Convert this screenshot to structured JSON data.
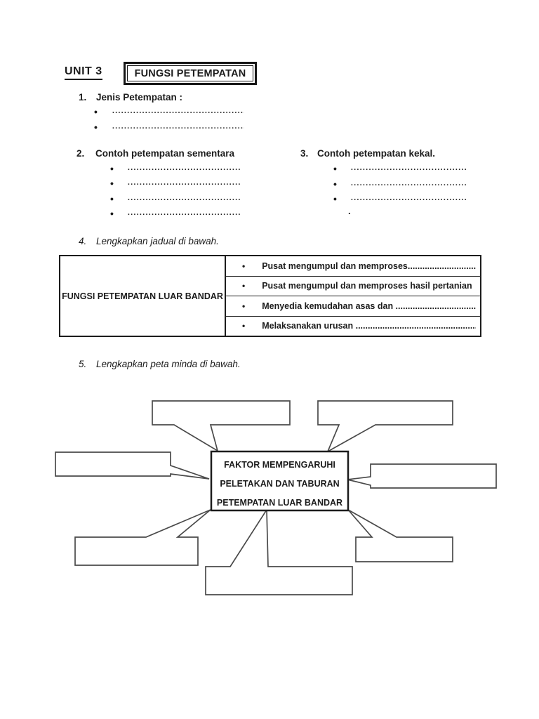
{
  "document": {
    "unit_label": "UNIT 3",
    "title": "FUNGSI PETEMPATAN"
  },
  "bullet": "•",
  "dots": {
    "leader": "........................................................................................................................"
  },
  "questions": {
    "q1": {
      "number": "1.",
      "label": "Jenis Petempatan :",
      "blank_lines": 2
    },
    "q2": {
      "number": "2.",
      "label": "Contoh petempatan sementara",
      "blank_lines": 4
    },
    "q3": {
      "number": "3.",
      "label": "Contoh petempatan kekal.",
      "blank_lines": 3,
      "trailing_period": "."
    },
    "q4": {
      "number": "4.",
      "label": "Lengkapkan jadual di bawah."
    },
    "q5": {
      "number": "5.",
      "label": "Lengkapkan peta minda di bawah."
    }
  },
  "table": {
    "left_header": "FUNGSI PETEMPATAN LUAR BANDAR",
    "rows": [
      "Pusat mengumpul dan memproses.......................................................",
      "Pusat mengumpul dan memproses hasil pertanian",
      "Menyedia kemudahan asas dan ..........................................................",
      "Melaksanakan urusan ....................................................................."
    ]
  },
  "mindmap": {
    "center_lines": [
      "FAKTOR MEMPENGARUHI",
      "PELETAKAN DAN TABURAN",
      "PETEMPATAN LUAR BANDAR"
    ],
    "empty_answer_boxes": 7
  },
  "colors": {
    "ink": "#1c1c1c",
    "callout_stroke": "#4a4a4a",
    "paper": "#ffffff"
  }
}
